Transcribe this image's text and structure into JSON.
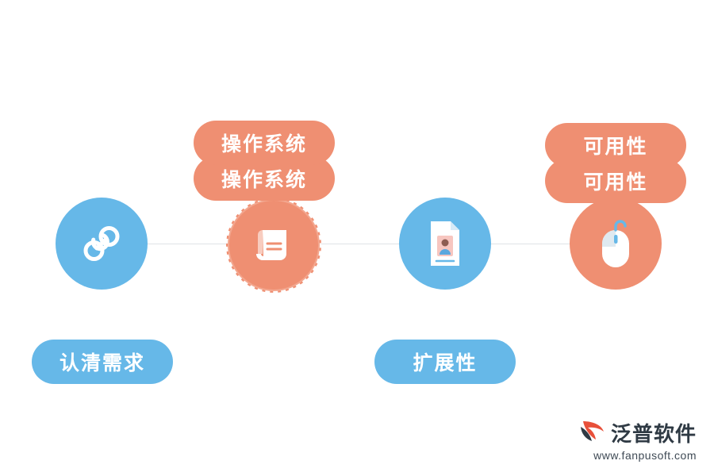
{
  "diagram": {
    "type": "process-flow",
    "orientation": "horizontal",
    "colors": {
      "blue": "#66b8e8",
      "orange": "#ef8f72",
      "connector": "#dfe3e6",
      "background": "#ffffff",
      "label_text": "#ffffff"
    },
    "nodes": [
      {
        "id": "link",
        "icon": "chain-link-icon",
        "color": "#66b8e8",
        "style": "solid"
      },
      {
        "id": "os",
        "icon": "scroll-document-icon",
        "color": "#ef8f72",
        "style": "dashed"
      },
      {
        "id": "doc",
        "icon": "id-card-document-icon",
        "color": "#66b8e8",
        "style": "solid"
      },
      {
        "id": "mouse",
        "icon": "computer-mouse-icon",
        "color": "#ef8f72",
        "style": "solid"
      }
    ],
    "labels": [
      {
        "id": "os",
        "text": "操作系统",
        "color": "#ef8f72",
        "position": "above"
      },
      {
        "id": "os-ghost",
        "text": "操作系统",
        "color": "#ef8f72",
        "position": "above-behind"
      },
      {
        "id": "avail",
        "text": "可用性",
        "color": "#ef8f72",
        "position": "above"
      },
      {
        "id": "avail-ghost",
        "text": "可用性",
        "color": "#ef8f72",
        "position": "above-behind"
      },
      {
        "id": "need",
        "text": "认清需求",
        "color": "#66b8e8",
        "position": "below"
      },
      {
        "id": "scale",
        "text": "扩展性",
        "color": "#66b8e8",
        "position": "below"
      }
    ]
  },
  "logo": {
    "name": "泛普软件",
    "url": "www.fanpusoft.com"
  }
}
